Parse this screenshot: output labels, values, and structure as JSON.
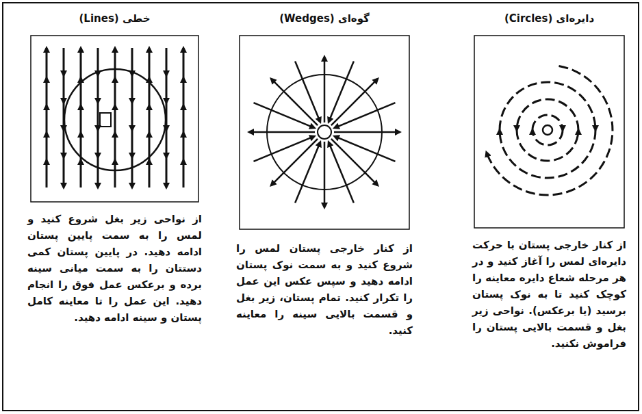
{
  "diagram": {
    "nodes": [
      {
        "text": [
          "دایره‌ای (Circles)",
          "از کنار خارجی پستان با حرکت دایره‌ای لمس را آغاز کنید و در هر مرحله شعاع دایره معاینه را کوچک کنید تا به نوک پستان برسید (یا برعکس). نواحی زیر بغل و قسمت بالایی پستان را فراموش نکنید."
        ]
      },
      {
        "text": [
          "گوه‌ای (Wedges)",
          "از کنار خارجی پستان لمس را شروع کنید و به سمت نوک پستان ادامه دهید و سپس عکس این عمل را تکرار کنید. تمام پستان، زیر بغل و قسمت بالایی سینه را معاینه کنید."
        ]
      },
      {
        "text": [
          "خطی (Lines)",
          "از نواحی زیر بغل شروع کنید و لمس را به سمت پایین پستان ادامه دهید. در پایین پستان کمی دستتان را به سمت میانی سینه برده و برعکس عمل فوق را انجام دهید. این عمل را تا معاینه کامل پستان و سینه ادامه دهید."
        ]
      }
    ]
  }
}
